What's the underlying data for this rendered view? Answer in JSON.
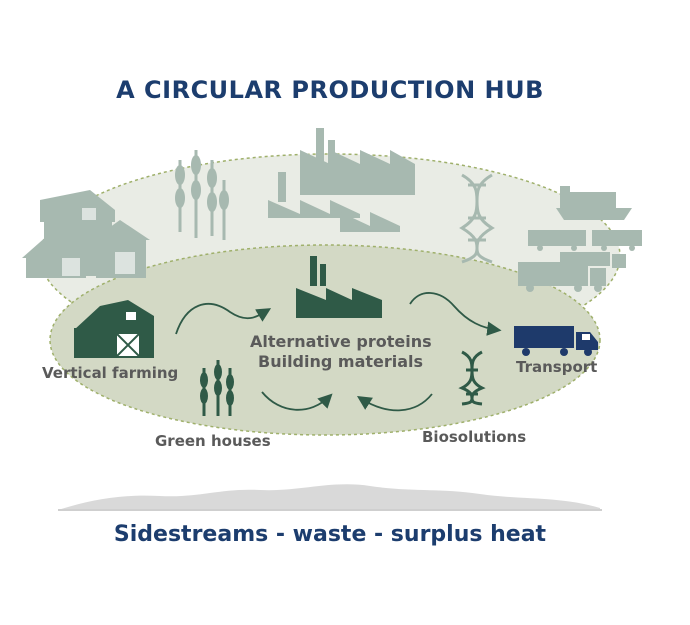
{
  "title": "A CIRCULAR PRODUCTION HUB",
  "center": {
    "line1": "Alternative proteins",
    "line2": "Building materials"
  },
  "nodes": {
    "vertical_farming": "Vertical farming",
    "transport": "Transport",
    "green_houses": "Green houses",
    "biosolutions": "Biosolutions"
  },
  "footer": "Sidestreams - waste - surplus heat",
  "colors": {
    "title": "#1c3d6e",
    "outer_ellipse": "#e8ebe3",
    "inner_ellipse": "#d3d9c5",
    "dark_green": "#2f5a47",
    "light_icon": "#a7b9b0",
    "navy_truck": "#1e3a6b",
    "ground": "#d9d9d9"
  }
}
